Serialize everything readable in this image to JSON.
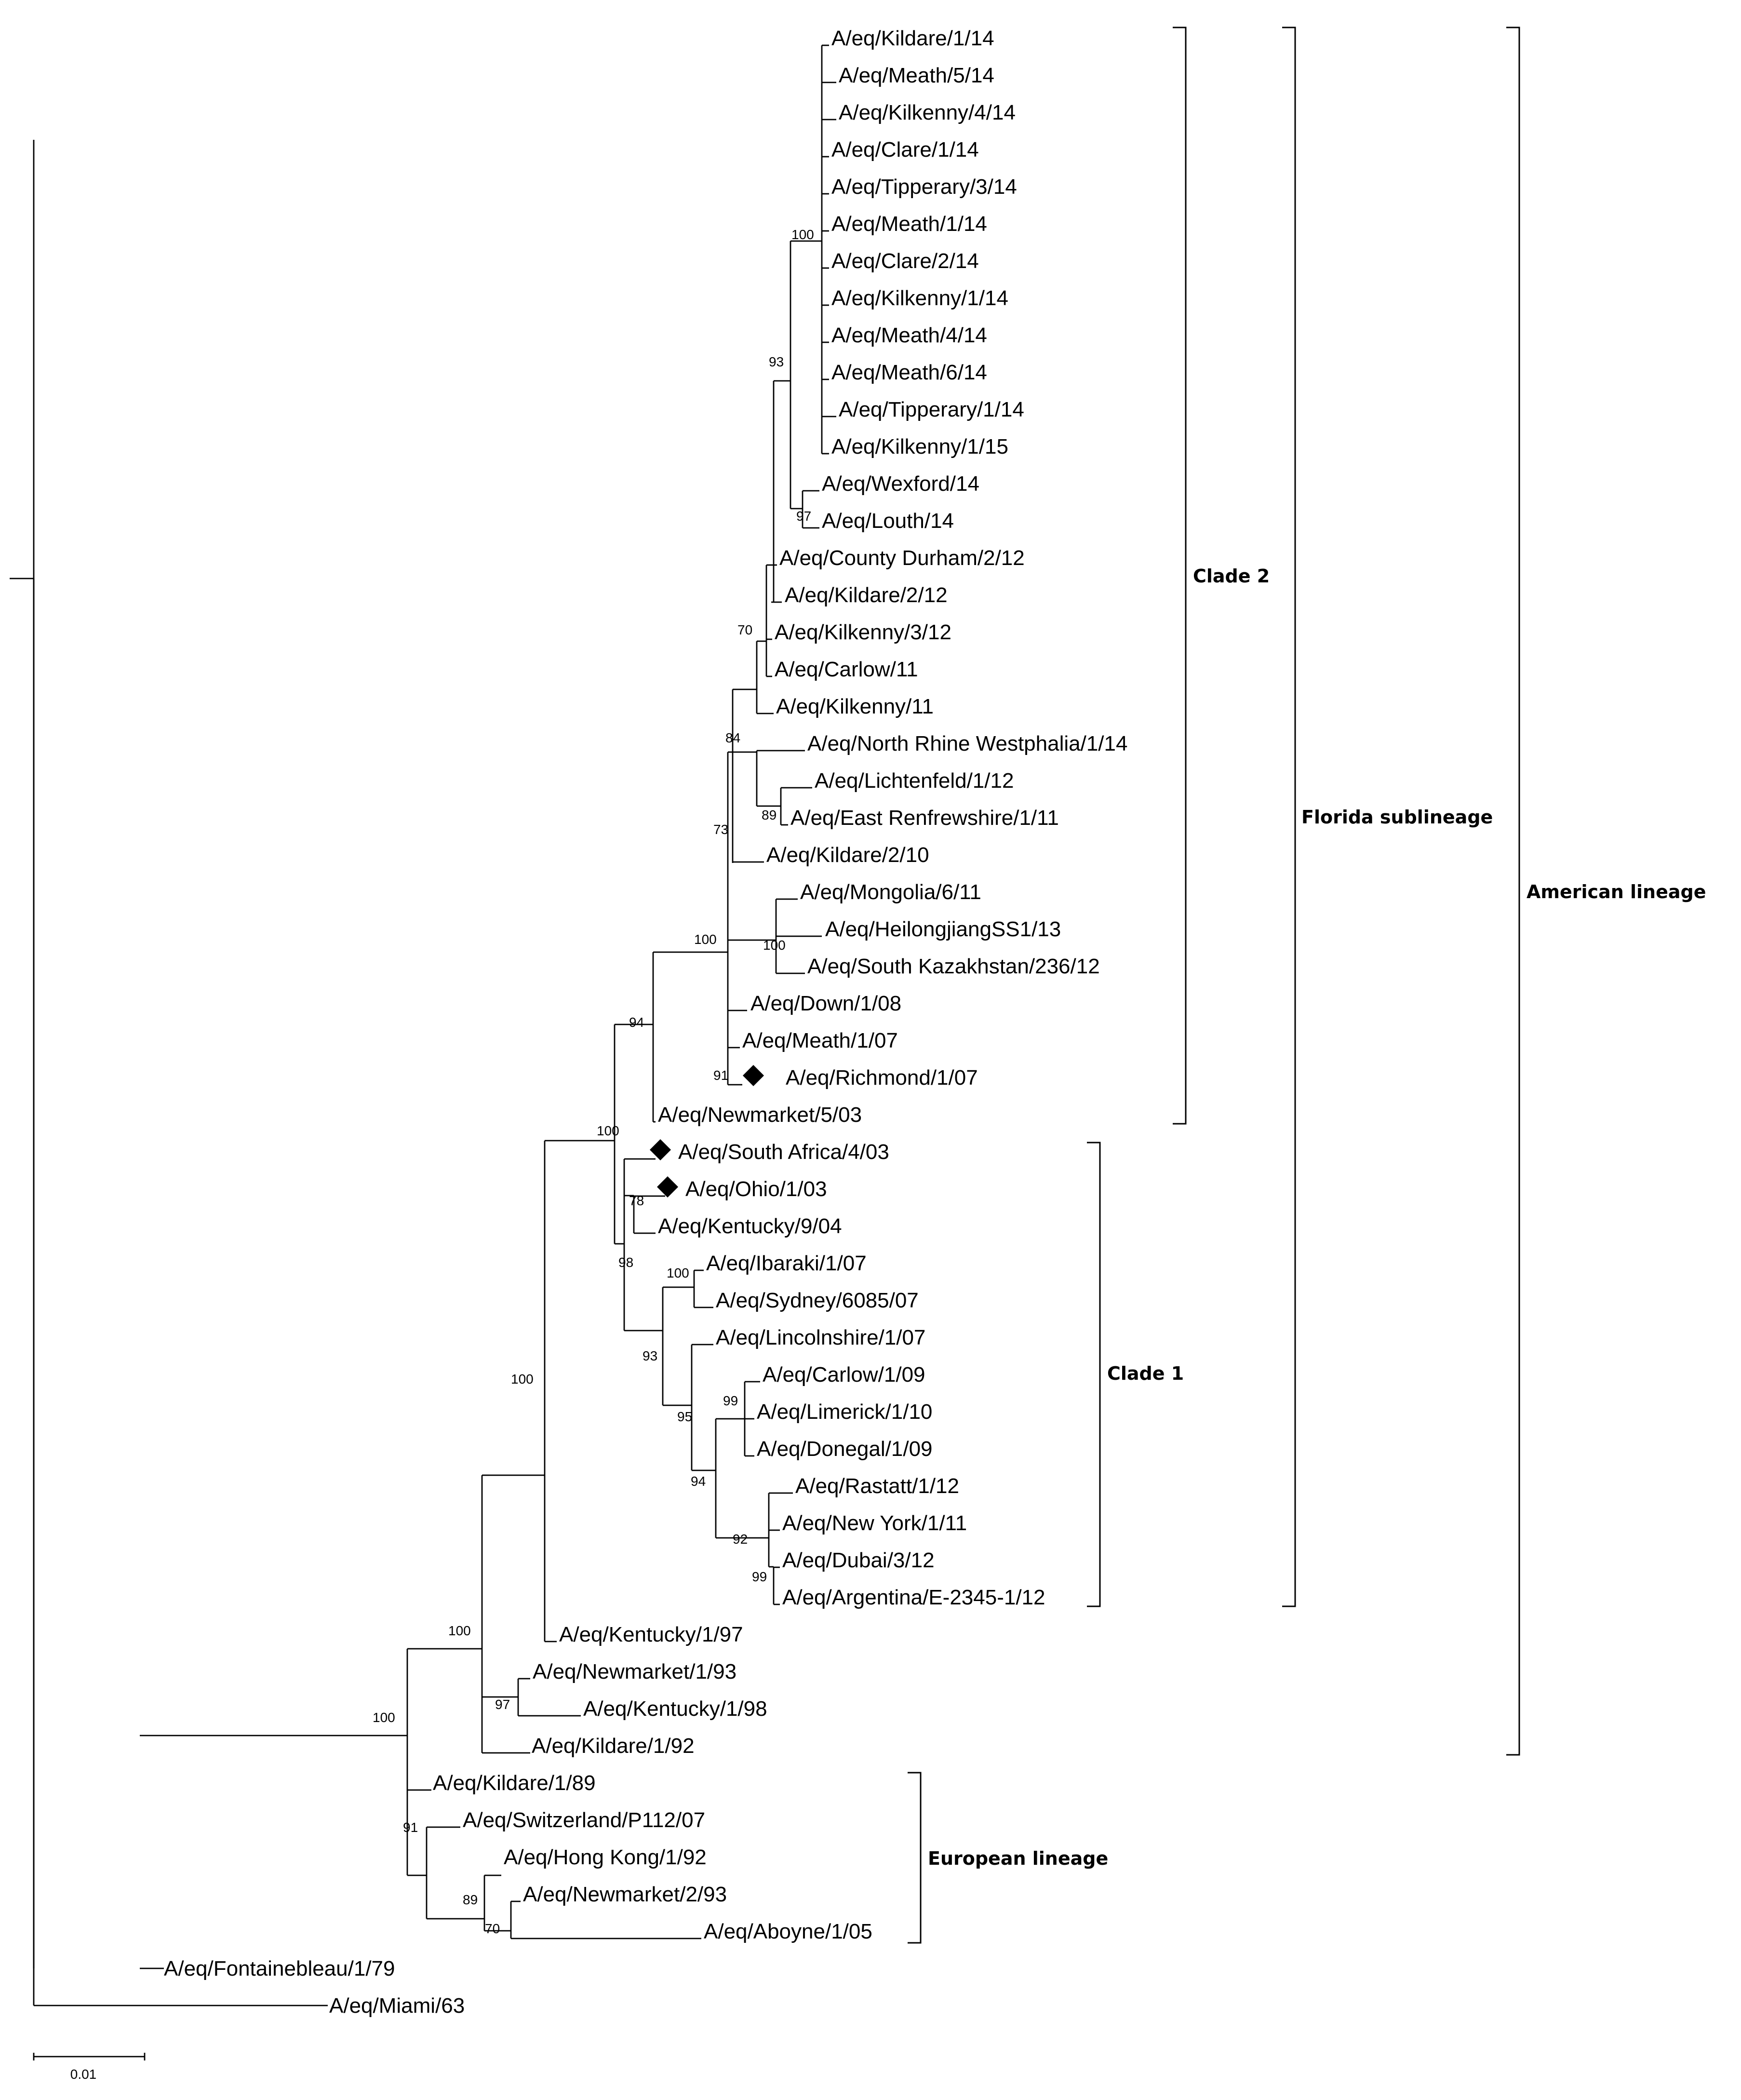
{
  "tree": {
    "leaves": [
      "A/eq/Kildare/1/14",
      "A/eq/Meath/5/14",
      "A/eq/Kilkenny/4/14",
      "A/eq/Clare/1/14",
      "A/eq/Tipperary/3/14",
      "A/eq/Meath/1/14",
      "A/eq/Clare/2/14",
      "A/eq/Kilkenny/1/14",
      "A/eq/Meath/4/14",
      "A/eq/Meath/6/14",
      "A/eq/Tipperary/1/14",
      "A/eq/Kilkenny/1/15",
      "A/eq/Wexford/14",
      "A/eq/Louth/14",
      "A/eq/County Durham/2/12",
      "A/eq/Kildare/2/12",
      "A/eq/Kilkenny/3/12",
      "A/eq/Carlow/11",
      "A/eq/Kilkenny/11",
      "A/eq/North Rhine Westphalia/1/14",
      "A/eq/Lichtenfeld/1/12",
      "A/eq/East Renfrewshire/1/11",
      "A/eq/Kildare/2/10",
      "A/eq/Mongolia/6/11",
      "A/eq/HeilongjiangSS1/13",
      "A/eq/South Kazakhstan/236/12",
      "A/eq/Down/1/08",
      "A/eq/Meath/1/07",
      "A/eq/Richmond/1/07",
      "A/eq/Newmarket/5/03",
      "A/eq/South Africa/4/03",
      "A/eq/Ohio/1/03",
      "A/eq/Kentucky/9/04",
      "A/eq/Ibaraki/1/07",
      "A/eq/Sydney/6085/07",
      "A/eq/Lincolnshire/1/07",
      "A/eq/Carlow/1/09",
      "A/eq/Limerick/1/10",
      "A/eq/Donegal/1/09",
      "A/eq/Rastatt/1/12",
      "A/eq/New York/1/11",
      "A/eq/Dubai/3/12",
      "A/eq/Argentina/E-2345-1/12",
      "A/eq/Kentucky/1/97",
      "A/eq/Newmarket/1/93",
      "A/eq/Kentucky/1/98",
      "A/eq/Kildare/1/92",
      "A/eq/Kildare/1/89",
      "A/eq/Switzerland/P112/07",
      "A/eq/Hong Kong/1/92",
      "A/eq/Newmarket/2/93",
      "A/eq/Aboyne/1/05",
      "A/eq/Fontainebleau/1/79",
      "A/eq/Miami/63"
    ],
    "support_values": [
      "100",
      "93",
      "97",
      "70",
      "84",
      "89",
      "73",
      "100",
      "100",
      "94",
      "91",
      "100",
      "78",
      "98",
      "100",
      "93",
      "99",
      "95",
      "94",
      "92",
      "99",
      "100",
      "100",
      "97",
      "100",
      "91",
      "89",
      "70"
    ],
    "marked_leaves": [
      "A/eq/Richmond/1/07",
      "A/eq/South Africa/4/03",
      "A/eq/Ohio/1/03"
    ],
    "groups": {
      "clade2": "Clade 2",
      "clade1": "Clade 1",
      "florida": "Florida sublineage",
      "american": "American lineage",
      "european": "European lineage"
    },
    "scale_bar": "0.01"
  }
}
